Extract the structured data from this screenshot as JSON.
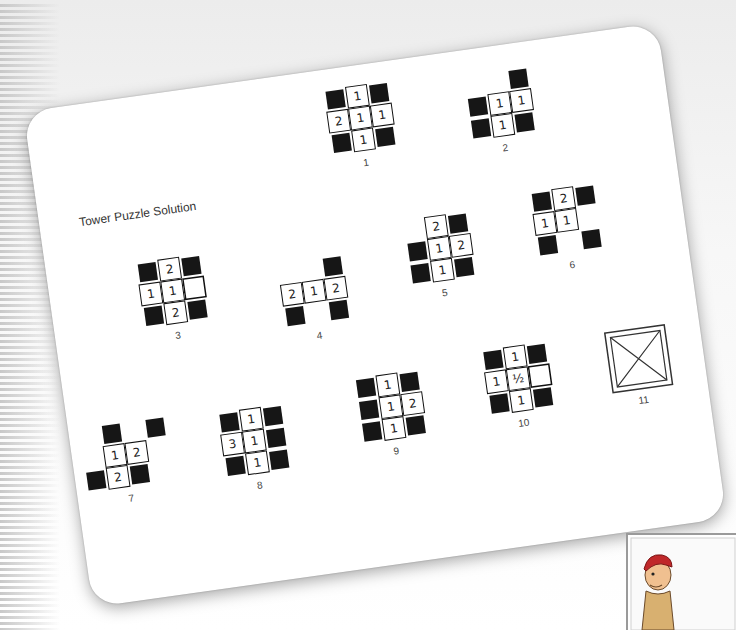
{
  "diagram": {
    "title": "Tower Puzzle Solution",
    "nodes": [
      {
        "text": [
          "1"
        ]
      },
      {
        "text": [
          "2"
        ]
      },
      {
        "text": [
          "1"
        ]
      },
      {
        "text": [
          "1"
        ]
      },
      {
        "text": [
          "1"
        ]
      },
      {
        "text": [
          "1"
        ]
      },
      {
        "text": [
          "1"
        ]
      },
      {
        "text": [
          "1"
        ]
      },
      {
        "text": [
          "2"
        ]
      },
      {
        "text": [
          "1"
        ]
      },
      {
        "text": [
          "1"
        ]
      },
      {
        "text": [
          "2"
        ]
      },
      {
        "text": [
          "2"
        ]
      },
      {
        "text": [
          "1"
        ]
      },
      {
        "text": [
          "2"
        ]
      },
      {
        "text": [
          "2"
        ]
      },
      {
        "text": [
          "1"
        ]
      },
      {
        "text": [
          "2"
        ]
      },
      {
        "text": [
          "1"
        ]
      },
      {
        "text": [
          "2"
        ]
      },
      {
        "text": [
          "1"
        ]
      },
      {
        "text": [
          "1"
        ]
      },
      {
        "text": [
          "1"
        ]
      },
      {
        "text": [
          "2"
        ]
      },
      {
        "text": [
          "2"
        ]
      },
      {
        "text": [
          "1"
        ]
      },
      {
        "text": [
          "3"
        ]
      },
      {
        "text": [
          "1"
        ]
      },
      {
        "text": [
          "1"
        ]
      },
      {
        "text": [
          "1"
        ]
      },
      {
        "text": [
          "1"
        ]
      },
      {
        "text": [
          "2"
        ]
      },
      {
        "text": [
          "1"
        ]
      },
      {
        "text": [
          "1"
        ]
      },
      {
        "text": [
          "1"
        ]
      },
      {
        "text": [
          "½"
        ]
      },
      {
        "text": [
          "1"
        ]
      }
    ],
    "labels": [
      "1",
      "2",
      "3",
      "4",
      "5",
      "6",
      "7",
      "8",
      "9",
      "10",
      "11"
    ]
  }
}
